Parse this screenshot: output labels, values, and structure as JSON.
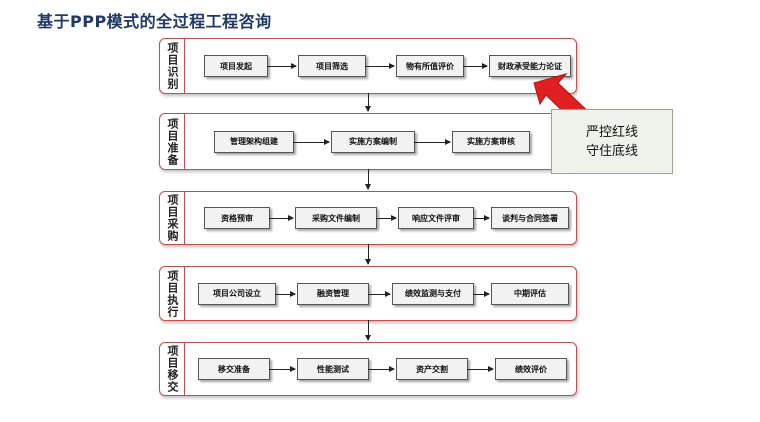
{
  "title": "基于PPP模式的全过程工程咨询",
  "stages": [
    {
      "label": "项目识别",
      "steps": [
        "项目发起",
        "项目筛选",
        "物有所值评价",
        "财政承受能力论证"
      ]
    },
    {
      "label": "项目准备",
      "steps": [
        "管理架构组建",
        "实施方案编制",
        "实施方案审核"
      ]
    },
    {
      "label": "项目采购",
      "steps": [
        "资格预审",
        "采购文件编制",
        "响应文件评审",
        "谈判与合同签署"
      ]
    },
    {
      "label": "项目执行",
      "steps": [
        "项目公司设立",
        "融资管理",
        "绩效监测与支付",
        "中期评估"
      ]
    },
    {
      "label": "项目移交",
      "steps": [
        "移交准备",
        "性能测试",
        "资产交割",
        "绩效评价"
      ]
    }
  ],
  "callout": {
    "line1": "严控红线",
    "line2": "守住底线"
  },
  "colors": {
    "stage_border": "#c0504d",
    "arrow": "#e02020",
    "callout_bg": "#eef2ea",
    "title": "#1f3864"
  }
}
